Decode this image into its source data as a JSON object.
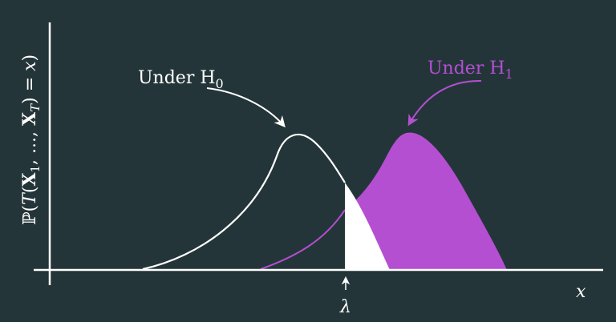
{
  "figure": {
    "ylabel": "ℙ(T(X₁, ..., X_T) = x)",
    "ylabel_parts": {
      "prefix": "ℙ(",
      "T": "T",
      "paren_open": "(",
      "X1": "X",
      "sub1": "1",
      "comma1": ", ",
      "dots": "...",
      "comma2": ", ",
      "XT": "X",
      "subT": "T",
      "tail": ") = ",
      "x": "x",
      "close": ")"
    },
    "xlabel": "x",
    "threshold_label": "λ",
    "h0": {
      "text": "Under H",
      "sub": "0",
      "color": "#ffffff"
    },
    "h1": {
      "text": "Under H",
      "sub": "1",
      "color": "#b44fd2"
    }
  },
  "colors": {
    "background": "#243539",
    "axis": "#ffffff",
    "h0_curve": "#ffffff",
    "h1_fill": "#b44fd2",
    "h1_line": "#b44fd2"
  }
}
